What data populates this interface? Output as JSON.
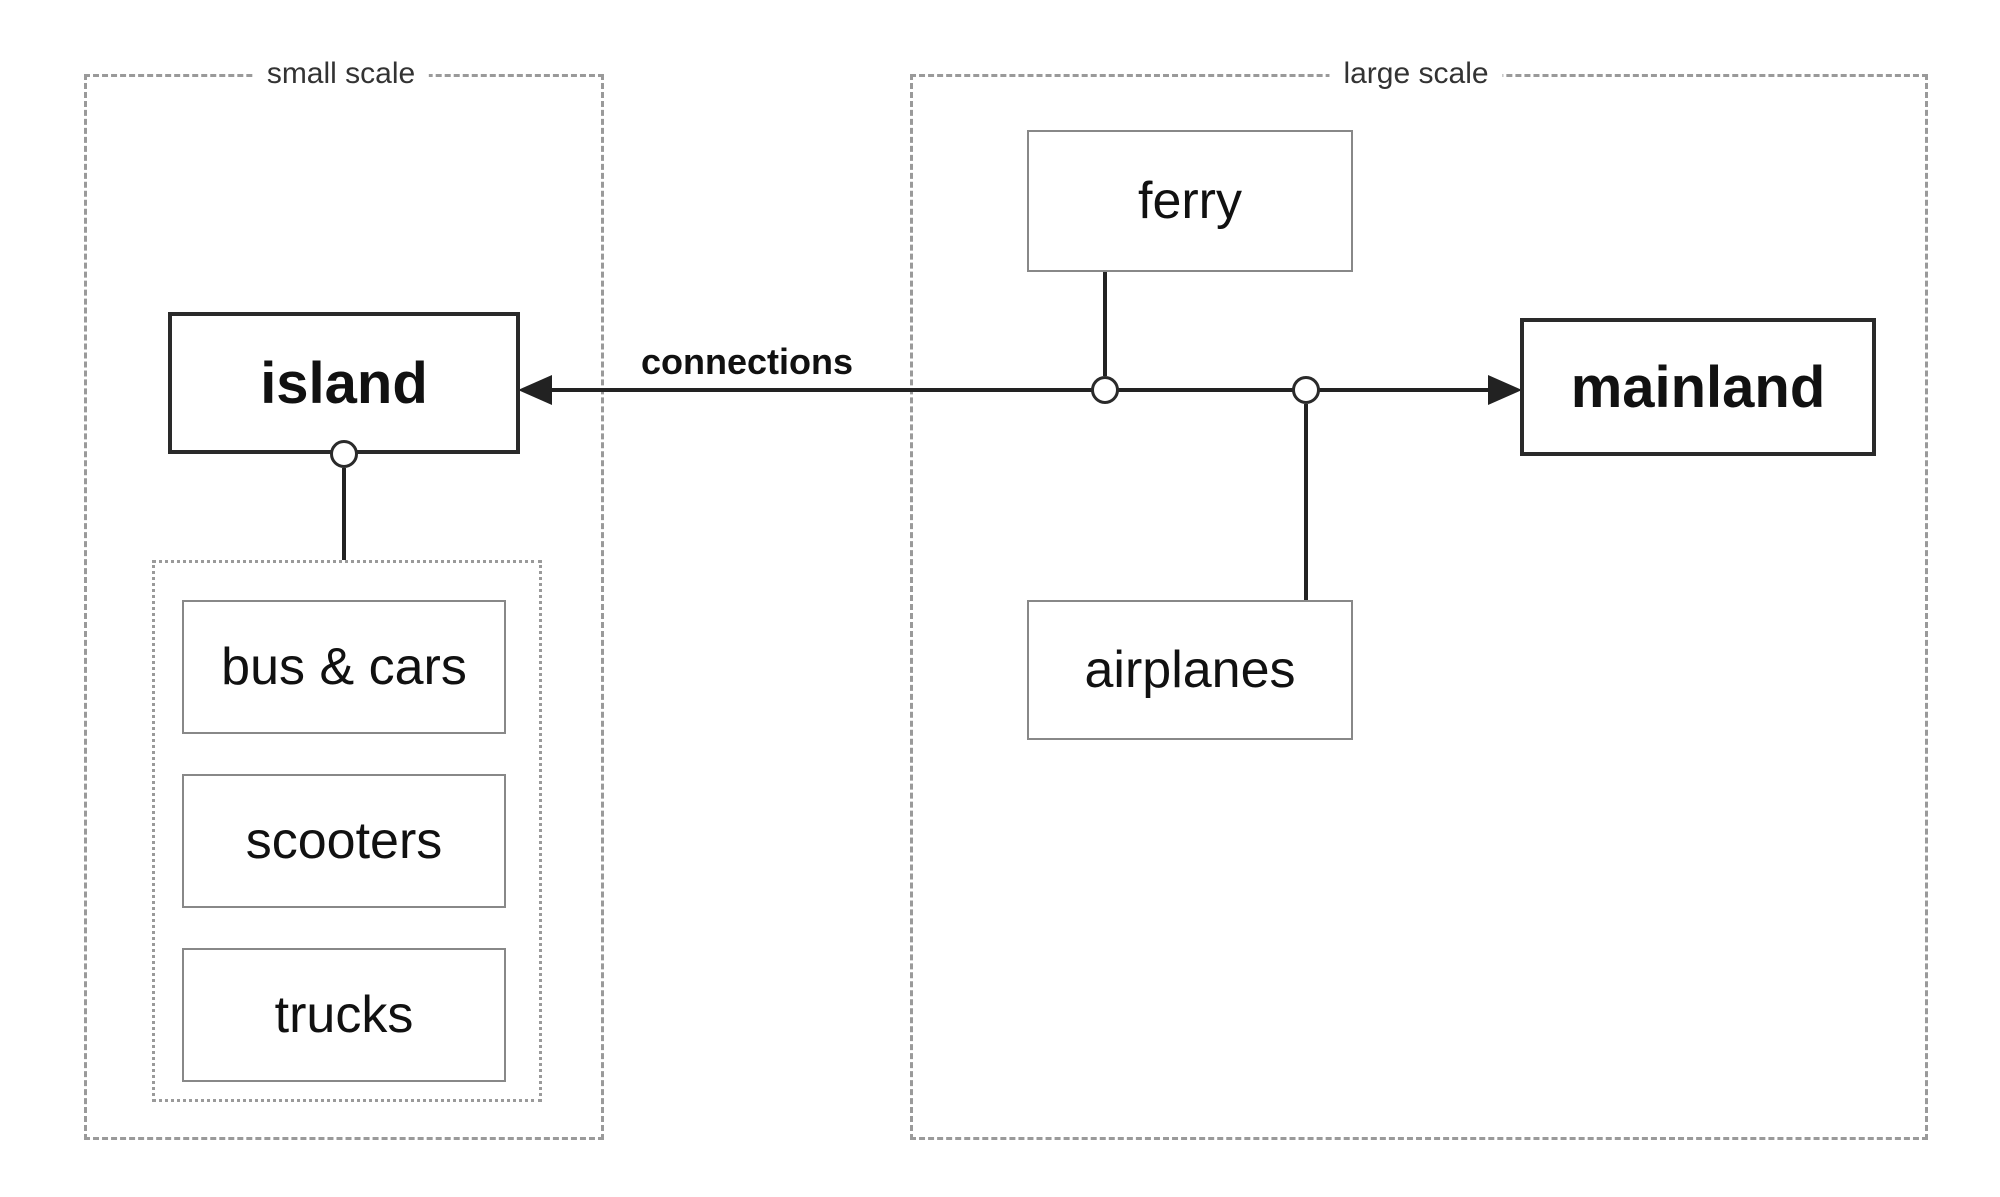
{
  "diagram": {
    "groups": {
      "small_scale": {
        "label": "small scale"
      },
      "large_scale": {
        "label": "large scale"
      }
    },
    "nodes": {
      "island": "island",
      "mainland": "mainland",
      "ferry": "ferry",
      "airplanes": "airplanes",
      "bus_cars": "bus & cars",
      "scooters": "scooters",
      "trucks": "trucks"
    },
    "edges": {
      "connections_label": "connections"
    },
    "colors": {
      "line": "#222222",
      "major_border": "#2a2a2a",
      "minor_border": "#888888",
      "dashed_border": "#9a9a9a",
      "background": "#ffffff"
    }
  }
}
